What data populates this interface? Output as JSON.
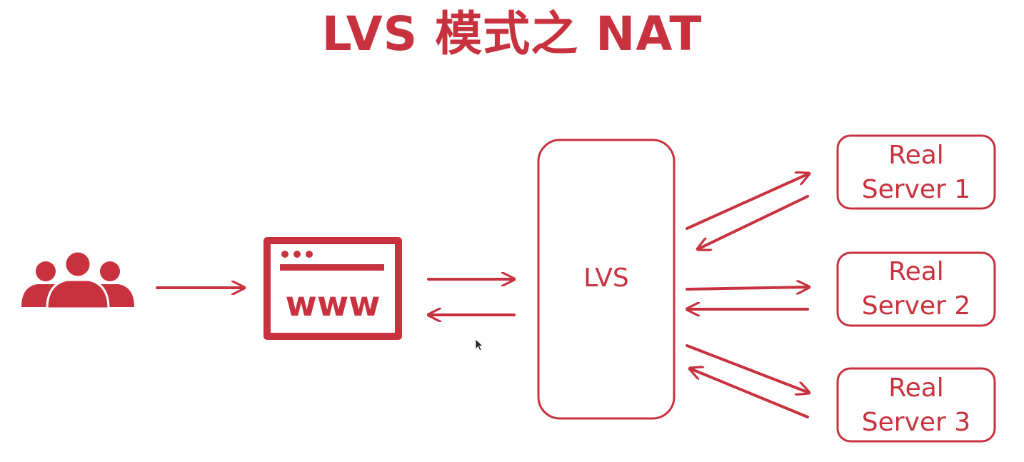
{
  "title": "LVS 模式之 NAT",
  "nodes": {
    "users": {
      "icon": "users-group-icon"
    },
    "web": {
      "icon": "browser-window-icon",
      "label": "www"
    },
    "lvs": {
      "label": "LVS"
    },
    "real_servers": [
      {
        "line1": "Real",
        "line2": "Server 1"
      },
      {
        "line1": "Real",
        "line2": "Server 2"
      },
      {
        "line1": "Real",
        "line2": "Server 3"
      }
    ]
  },
  "colors": {
    "accent": "#c8323e",
    "background": "#ffffff"
  }
}
